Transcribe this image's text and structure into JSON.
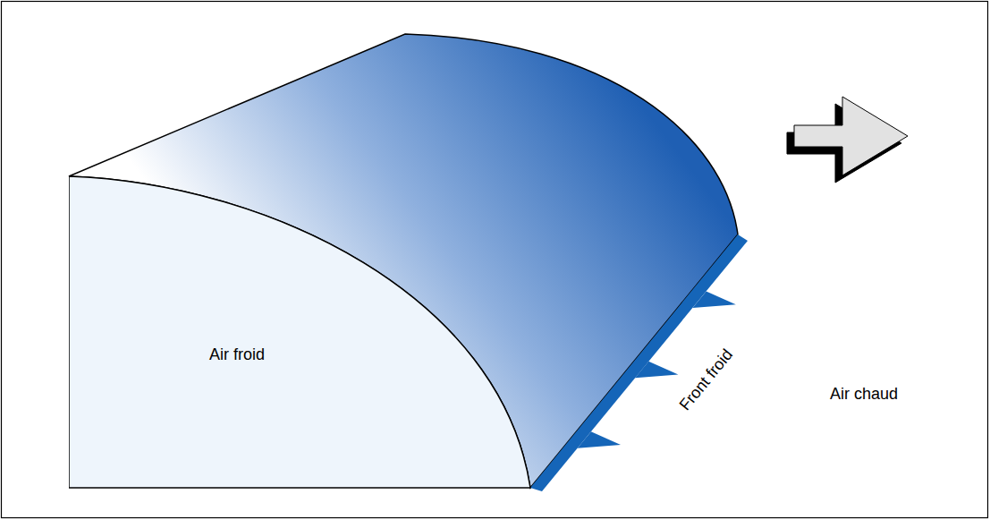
{
  "diagram": {
    "nodes": [
      {
        "text": [
          "Air froid"
        ]
      }
    ],
    "labels": [
      "Front froid",
      "Air chaud"
    ]
  }
}
